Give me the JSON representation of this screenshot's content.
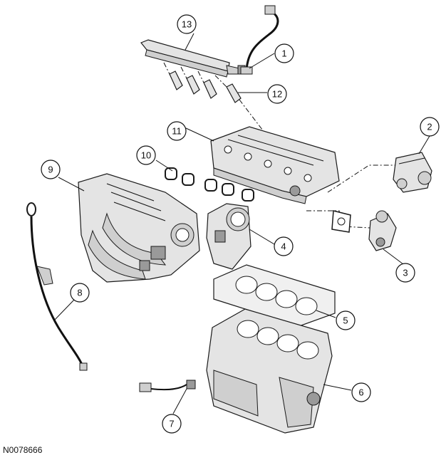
{
  "figure_id": "N0078666",
  "callouts": [
    {
      "label": "1"
    },
    {
      "label": "2"
    },
    {
      "label": "3"
    },
    {
      "label": "4"
    },
    {
      "label": "5"
    },
    {
      "label": "6"
    },
    {
      "label": "7"
    },
    {
      "label": "8"
    },
    {
      "label": "9"
    },
    {
      "label": "10"
    },
    {
      "label": "11"
    },
    {
      "label": "12"
    },
    {
      "label": "13"
    }
  ]
}
